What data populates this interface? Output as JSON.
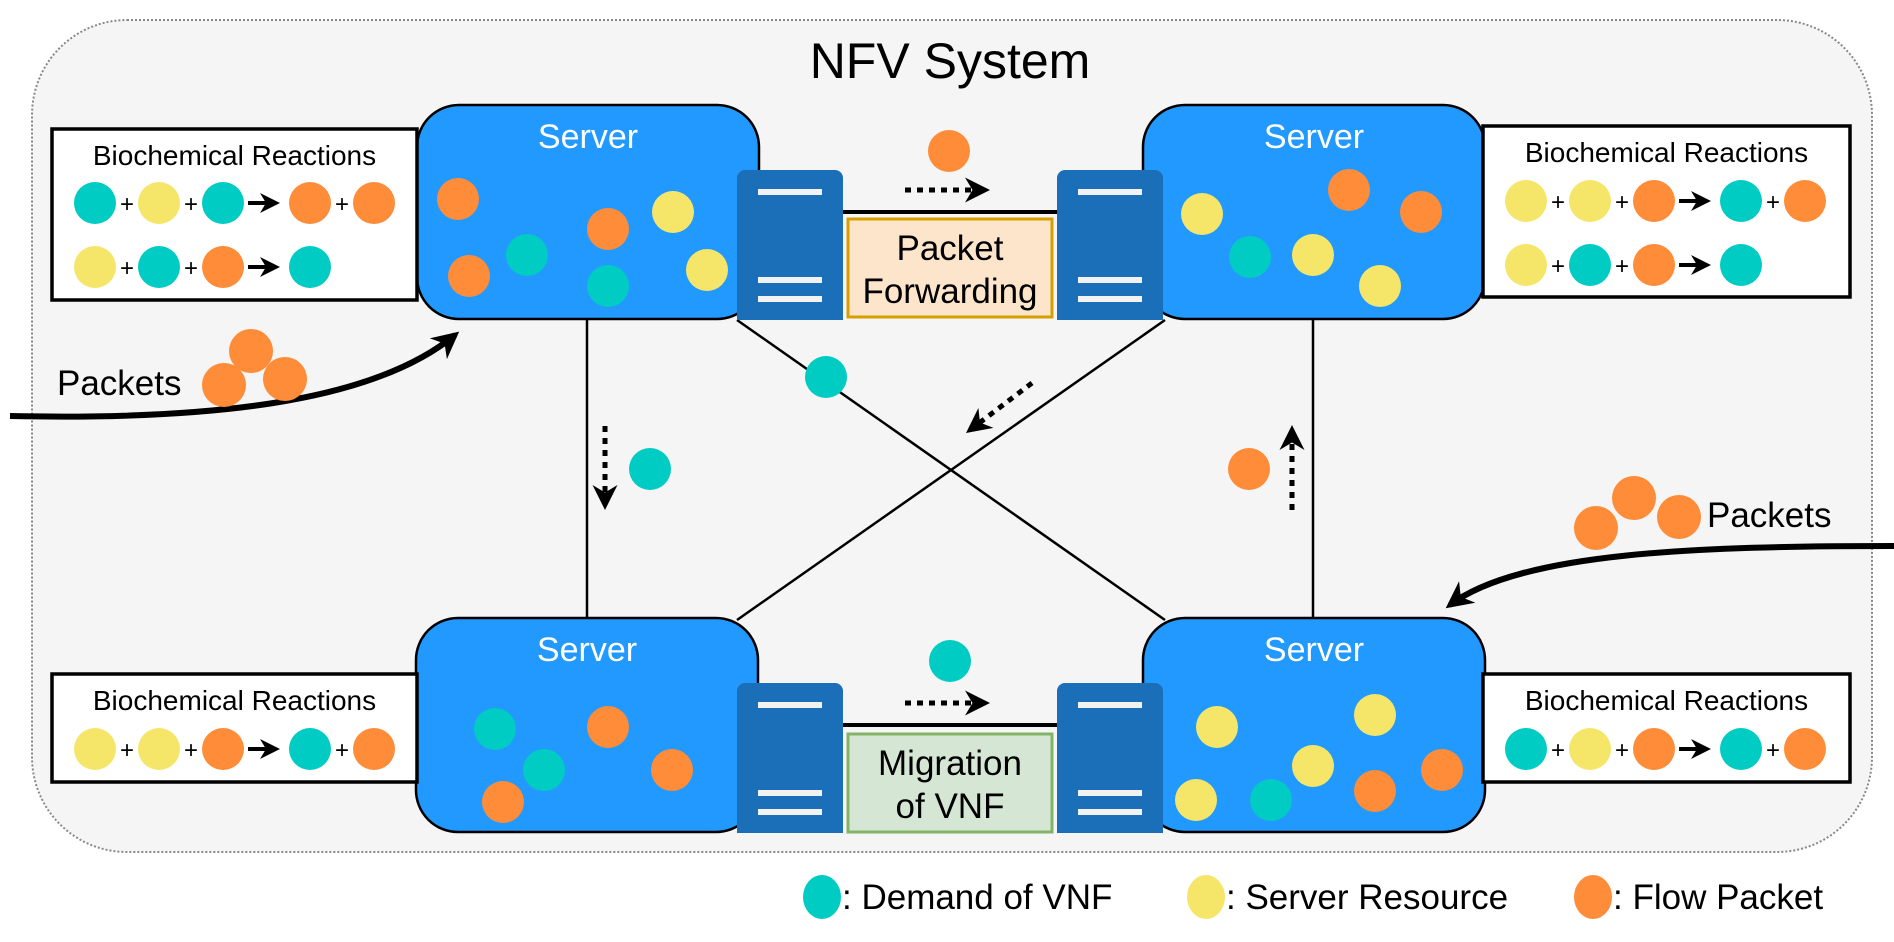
{
  "title": "NFV System",
  "colors": {
    "background_panel": "#f5f5f5",
    "server_fill": "#2299ff",
    "rack_fill": "#1a6fb8",
    "demand_vnf": "#00ccc4",
    "server_resource": "#f5e66a",
    "flow_packet": "#ff8c38",
    "forwarding_box_fill": "#fde5cc",
    "forwarding_box_border": "#d89e00",
    "migration_box_fill": "#d5e7d4",
    "migration_box_border": "#82b366"
  },
  "servers": [
    {
      "id": "top-left",
      "label": "Server",
      "contents": [
        "flow_packet",
        "flow_packet",
        "demand_vnf",
        "flow_packet",
        "server_resource",
        "demand_vnf",
        "server_resource"
      ]
    },
    {
      "id": "top-right",
      "label": "Server",
      "contents": [
        "server_resource",
        "flow_packet",
        "flow_packet",
        "demand_vnf",
        "server_resource",
        "server_resource"
      ]
    },
    {
      "id": "bottom-left",
      "label": "Server",
      "contents": [
        "demand_vnf",
        "flow_packet",
        "demand_vnf",
        "flow_packet",
        "flow_packet"
      ]
    },
    {
      "id": "bottom-right",
      "label": "Server",
      "contents": [
        "server_resource",
        "server_resource",
        "server_resource",
        "server_resource",
        "demand_vnf",
        "flow_packet",
        "flow_packet"
      ]
    }
  ],
  "reaction_boxes": [
    {
      "id": "top-left",
      "title": "Biochemical Reactions",
      "reactions": [
        {
          "reactants": [
            "demand_vnf",
            "server_resource",
            "demand_vnf"
          ],
          "products": [
            "flow_packet",
            "flow_packet"
          ]
        },
        {
          "reactants": [
            "server_resource",
            "demand_vnf",
            "flow_packet"
          ],
          "products": [
            "demand_vnf"
          ]
        }
      ]
    },
    {
      "id": "top-right",
      "title": "Biochemical Reactions",
      "reactions": [
        {
          "reactants": [
            "server_resource",
            "server_resource",
            "flow_packet"
          ],
          "products": [
            "demand_vnf",
            "flow_packet"
          ]
        },
        {
          "reactants": [
            "server_resource",
            "demand_vnf",
            "flow_packet"
          ],
          "products": [
            "demand_vnf"
          ]
        }
      ]
    },
    {
      "id": "bottom-left",
      "title": "Biochemical Reactions",
      "reactions": [
        {
          "reactants": [
            "server_resource",
            "server_resource",
            "flow_packet"
          ],
          "products": [
            "demand_vnf",
            "flow_packet"
          ]
        }
      ]
    },
    {
      "id": "bottom-right",
      "title": "Biochemical Reactions",
      "reactions": [
        {
          "reactants": [
            "demand_vnf",
            "server_resource",
            "flow_packet"
          ],
          "products": [
            "demand_vnf",
            "flow_packet"
          ]
        }
      ]
    }
  ],
  "links": {
    "top": {
      "label_line1": "Packet",
      "label_line2": "Forwarding",
      "moving": "flow_packet",
      "direction": "right"
    },
    "bottom": {
      "label_line1": "Migration",
      "label_line2": "of VNF",
      "moving": "demand_vnf",
      "direction": "right"
    },
    "left": {
      "moving": "demand_vnf",
      "direction": "down"
    },
    "right": {
      "moving": "flow_packet",
      "direction": "up"
    },
    "diagonal": {
      "moving": "demand_vnf",
      "direction": "down-left"
    }
  },
  "incoming": [
    {
      "id": "left",
      "label": "Packets",
      "count": 3,
      "target": "top-left server"
    },
    {
      "id": "right",
      "label": "Packets",
      "count": 3,
      "target": "bottom-right server"
    }
  ],
  "legend": [
    {
      "kind": "demand_vnf",
      "label": ": Demand of VNF"
    },
    {
      "kind": "server_resource",
      "label": ": Server Resource"
    },
    {
      "kind": "flow_packet",
      "label": ": Flow Packet"
    }
  ]
}
